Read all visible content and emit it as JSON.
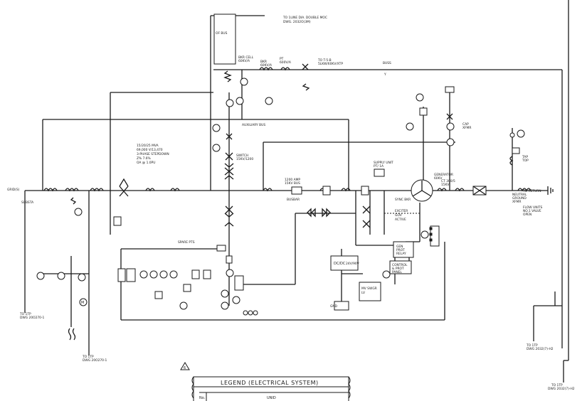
{
  "labels": {
    "ref_top_1": "TO 1LINE DIA. DOUBLE MOC",
    "ref_top_2": "DWG. 2032O(3M)",
    "ref_top_4": "OF BUS",
    "top_bkr_1": "BKR CELL",
    "top_bkr_2": "60KV/A",
    "mid_bkr_1": "BKR",
    "mid_bkr_2": "60KV/A",
    "pt_top": "PT",
    "pt_top_2": "600V/A",
    "right_feeder_1": "TO T-5-B",
    "right_feeder_2": "5LKW/60KV/XTP",
    "top_right_1": "BUSS",
    "top_right_2": "Y",
    "aux_1": "AUXILIARY BUS",
    "main_tx_1": "15/20/25 MVA",
    "main_tx_2": "69,000 V/13,470",
    "main_tx_3": "3-PHASE STEPDOWN",
    "main_tx_4": "Z% 7.6%",
    "main_tx_5": "OA @ 1.0PU",
    "switch_1": "SWITCH",
    "switch_2": "15KV/1200",
    "bus_1": "1200 AMP",
    "bus_2": "15KV BUS",
    "bus_3": "BUSBAR",
    "gen_1": "GENERATOR",
    "gen_2": "60KV",
    "bkr_r1": "CT 300/5",
    "bkr_r2": "15KV",
    "gen_ctrl_1": "SUPPLY UNIT",
    "gen_ctrl_2": "PT/ 1A",
    "sync_1": "SYNC BKR",
    "exc_1": "EXCITER",
    "exc_2": "GOV",
    "gen_label_3": "ACTIVE",
    "neutral_1": "NEUTRAL",
    "neutral_2": "GROUND",
    "neutral_3": "XFMR",
    "dcdc": "DC/DC",
    "dcdc_2": "24V/90V",
    "relay_1": "GEN",
    "relay_2": "PROT",
    "relay_3": "RELAY",
    "control_1": "CONTROL",
    "control_2": "& PROT",
    "control_3": "PANEL",
    "mvs_1": "MV SWGR",
    "lv_1": "LV",
    "spare_1": "SPARE PTS",
    "gnd_1": "GND",
    "left_ext_1": "GRID(S)",
    "left_ext_2": "SUBSTA",
    "left_ref_1": "TO 1TP",
    "left_ref_2": "DWG 20O270-1",
    "left_mid_1": "TO 1TP",
    "left_mid_2": "DWG 20O270-1",
    "rt_ref_1": "TO 1TP",
    "rt_ref_2": "DWG 2032(7)-H2",
    "btm_ref_1": "TO 1TP",
    "btm_ref_2": "DWG 2032(7)-H2",
    "tap_1": "TAP",
    "tap_2": "TOP",
    "cap_1": "CAP",
    "cap_2": "XFMR",
    "ret_1": "TO RETURN",
    "ret_2": "FLOW UNITS",
    "ret_3": "NO.1 VALVE",
    "ret_4": "OPEN",
    "motor_1": "M",
    "legend_title": "LEGEND (ELECTRICAL SYSTEM)",
    "legend_col_no": "No.",
    "legend_col_unid": "UNID",
    "legend_rev": "6"
  }
}
